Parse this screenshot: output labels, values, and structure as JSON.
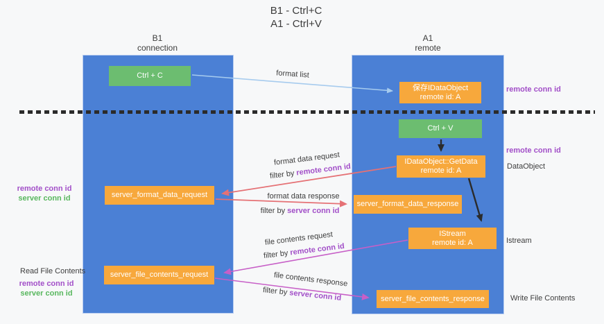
{
  "colors": {
    "background": "#f7f8f9",
    "column_blue": "#4b80d5",
    "box_green": "#6cbd70",
    "box_orange": "#f7a83c",
    "box_text": "#ffffff",
    "arrow_salmon": "#e57175",
    "arrow_magenta": "#c75fc7",
    "arrow_lightblue": "#a6cbee",
    "arrow_black": "#2b2b2b",
    "dash_color": "#2b2b2b",
    "text_dark": "#3c3c3c",
    "text_purple": "#a24fc8",
    "text_green": "#58b75e"
  },
  "title": {
    "line1": "B1 - Ctrl+C",
    "line2": "A1 - Ctrl+V"
  },
  "columns": {
    "left": {
      "name_line1": "B1",
      "name_line2": "connection"
    },
    "right": {
      "name_line1": "A1",
      "name_line2": "remote"
    }
  },
  "nodes": {
    "ctrl_c": {
      "label": "Ctrl + C"
    },
    "save_dataobject": {
      "line1": "保存IDataObject",
      "line2": "remote id: A"
    },
    "ctrl_v": {
      "label": "Ctrl + V"
    },
    "getdata": {
      "line1": "IDataObject::GetData",
      "line2": "remote id: A"
    },
    "server_format_data_request": {
      "label": "server_format_data_request"
    },
    "server_format_data_response": {
      "label": "server_format_data_response"
    },
    "istream": {
      "line1": "IStream",
      "line2": "remote id: A"
    },
    "server_file_contents_request": {
      "label": "server_file_contents_request"
    },
    "server_file_contents_response": {
      "label": "server_file_contents_response"
    }
  },
  "flow_labels": {
    "format_list": "format list",
    "format_data_request": "format data request",
    "format_data_response": "format data response",
    "file_contents_request": "file contents request",
    "file_contents_response": "file contents response",
    "filter_by": "filter by ",
    "remote_conn_id": "remote conn id",
    "server_conn_id": "server conn id"
  },
  "side_labels": {
    "right": {
      "remote_conn_top": "remote conn id",
      "remote_conn_mid": "remote conn id",
      "dataobject": "DataObject",
      "istream": "Istream",
      "write_file_contents": "Write File Contents"
    },
    "left": {
      "remote_conn_top": "remote conn id",
      "server_conn_top": "server conn id",
      "read_file_contents": "Read File Contents",
      "remote_conn_bottom": "remote conn id",
      "server_conn_bottom": "server conn id"
    }
  }
}
